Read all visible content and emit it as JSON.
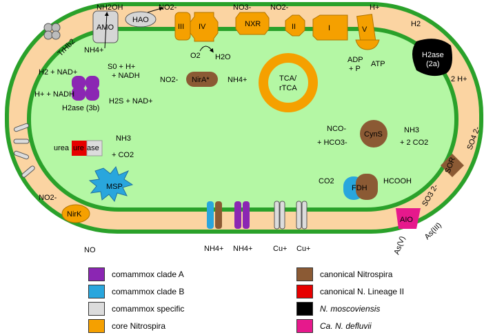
{
  "enzymes": {
    "amo": "AMO",
    "hao": "HAO",
    "c3": "III",
    "c4": "IV",
    "nxr": "NXR",
    "c2": "II",
    "c1": "I",
    "c5": "V",
    "h2ase_2a_a": "H2ase",
    "h2ase_2a_b": "(2a)",
    "h2ase_3b": "H2ase (3b)",
    "nira": "NirA*",
    "tca_a": "TCA/",
    "tca_b": "rTCA",
    "urease_a": "ure",
    "urease_b": "ase",
    "cyns": "CynS",
    "fdh": "FDH",
    "msp": "MSP",
    "nirk": "NirK",
    "sor": "SOR",
    "aio": "AIO",
    "trhb2": "TrHb2"
  },
  "metabolites": {
    "nh2oh": "NH2OH",
    "no2_hao": "NO2-",
    "no3": "NO3-",
    "no2_nxr": "NO2-",
    "h_plus_top": "H+",
    "nh4_amo": "NH4+",
    "o2": "O2",
    "h2o": "H2O",
    "adp": "ADP",
    "plus_p": "+ P",
    "atp": "ATP",
    "h2": "H2",
    "two_h": "2 H+",
    "h2_nad": "H2 + NAD+",
    "s0_h": "S0 + H+",
    "nadh_a": "+ NADH",
    "h_nadh": "H+ + NADH",
    "h2s_nad": "H2S + NAD+",
    "no2_nira": "NO2-",
    "nh4_nira": "NH4+",
    "urea": "urea",
    "nh3_urea": "NH3",
    "co2_urea": "+ CO2",
    "nco": "NCO-",
    "hco3": "+ HCO3-",
    "nh3_cyns": "NH3",
    "co2_cyns": "+ 2 CO2",
    "co2_fdh": "CO2",
    "hcooh": "HCOOH",
    "no2_nirk": "NO2-",
    "no": "NO",
    "so3": "SO3 2-",
    "so4": "SO4 2-",
    "asv": "As(V)",
    "asiii": "As(III)",
    "nh4_b": "NH4+",
    "nh4_a": "NH4+",
    "cu_1": "Cu+",
    "cu_2": "Cu+"
  },
  "legend": [
    {
      "label": "comammox clade A",
      "color": "#8b26b3",
      "italic": false
    },
    {
      "label": "comammox clade B",
      "color": "#29a6dd",
      "italic": false
    },
    {
      "label": "comammox specific",
      "color": "#dcdcdc",
      "italic": false
    },
    {
      "label": "core Nitrospira",
      "color": "#f5a000",
      "italic": false
    },
    {
      "label": "canonical Nitrospira",
      "color": "#8b5a34",
      "italic": false
    },
    {
      "label": "canonical N. Lineage II",
      "color": "#e60000",
      "italic": false
    },
    {
      "label": "N. moscoviensis",
      "color": "#000000",
      "italic": true
    },
    {
      "label": "Ca. N. defluvii",
      "color": "#e6198c",
      "italic": true
    }
  ]
}
